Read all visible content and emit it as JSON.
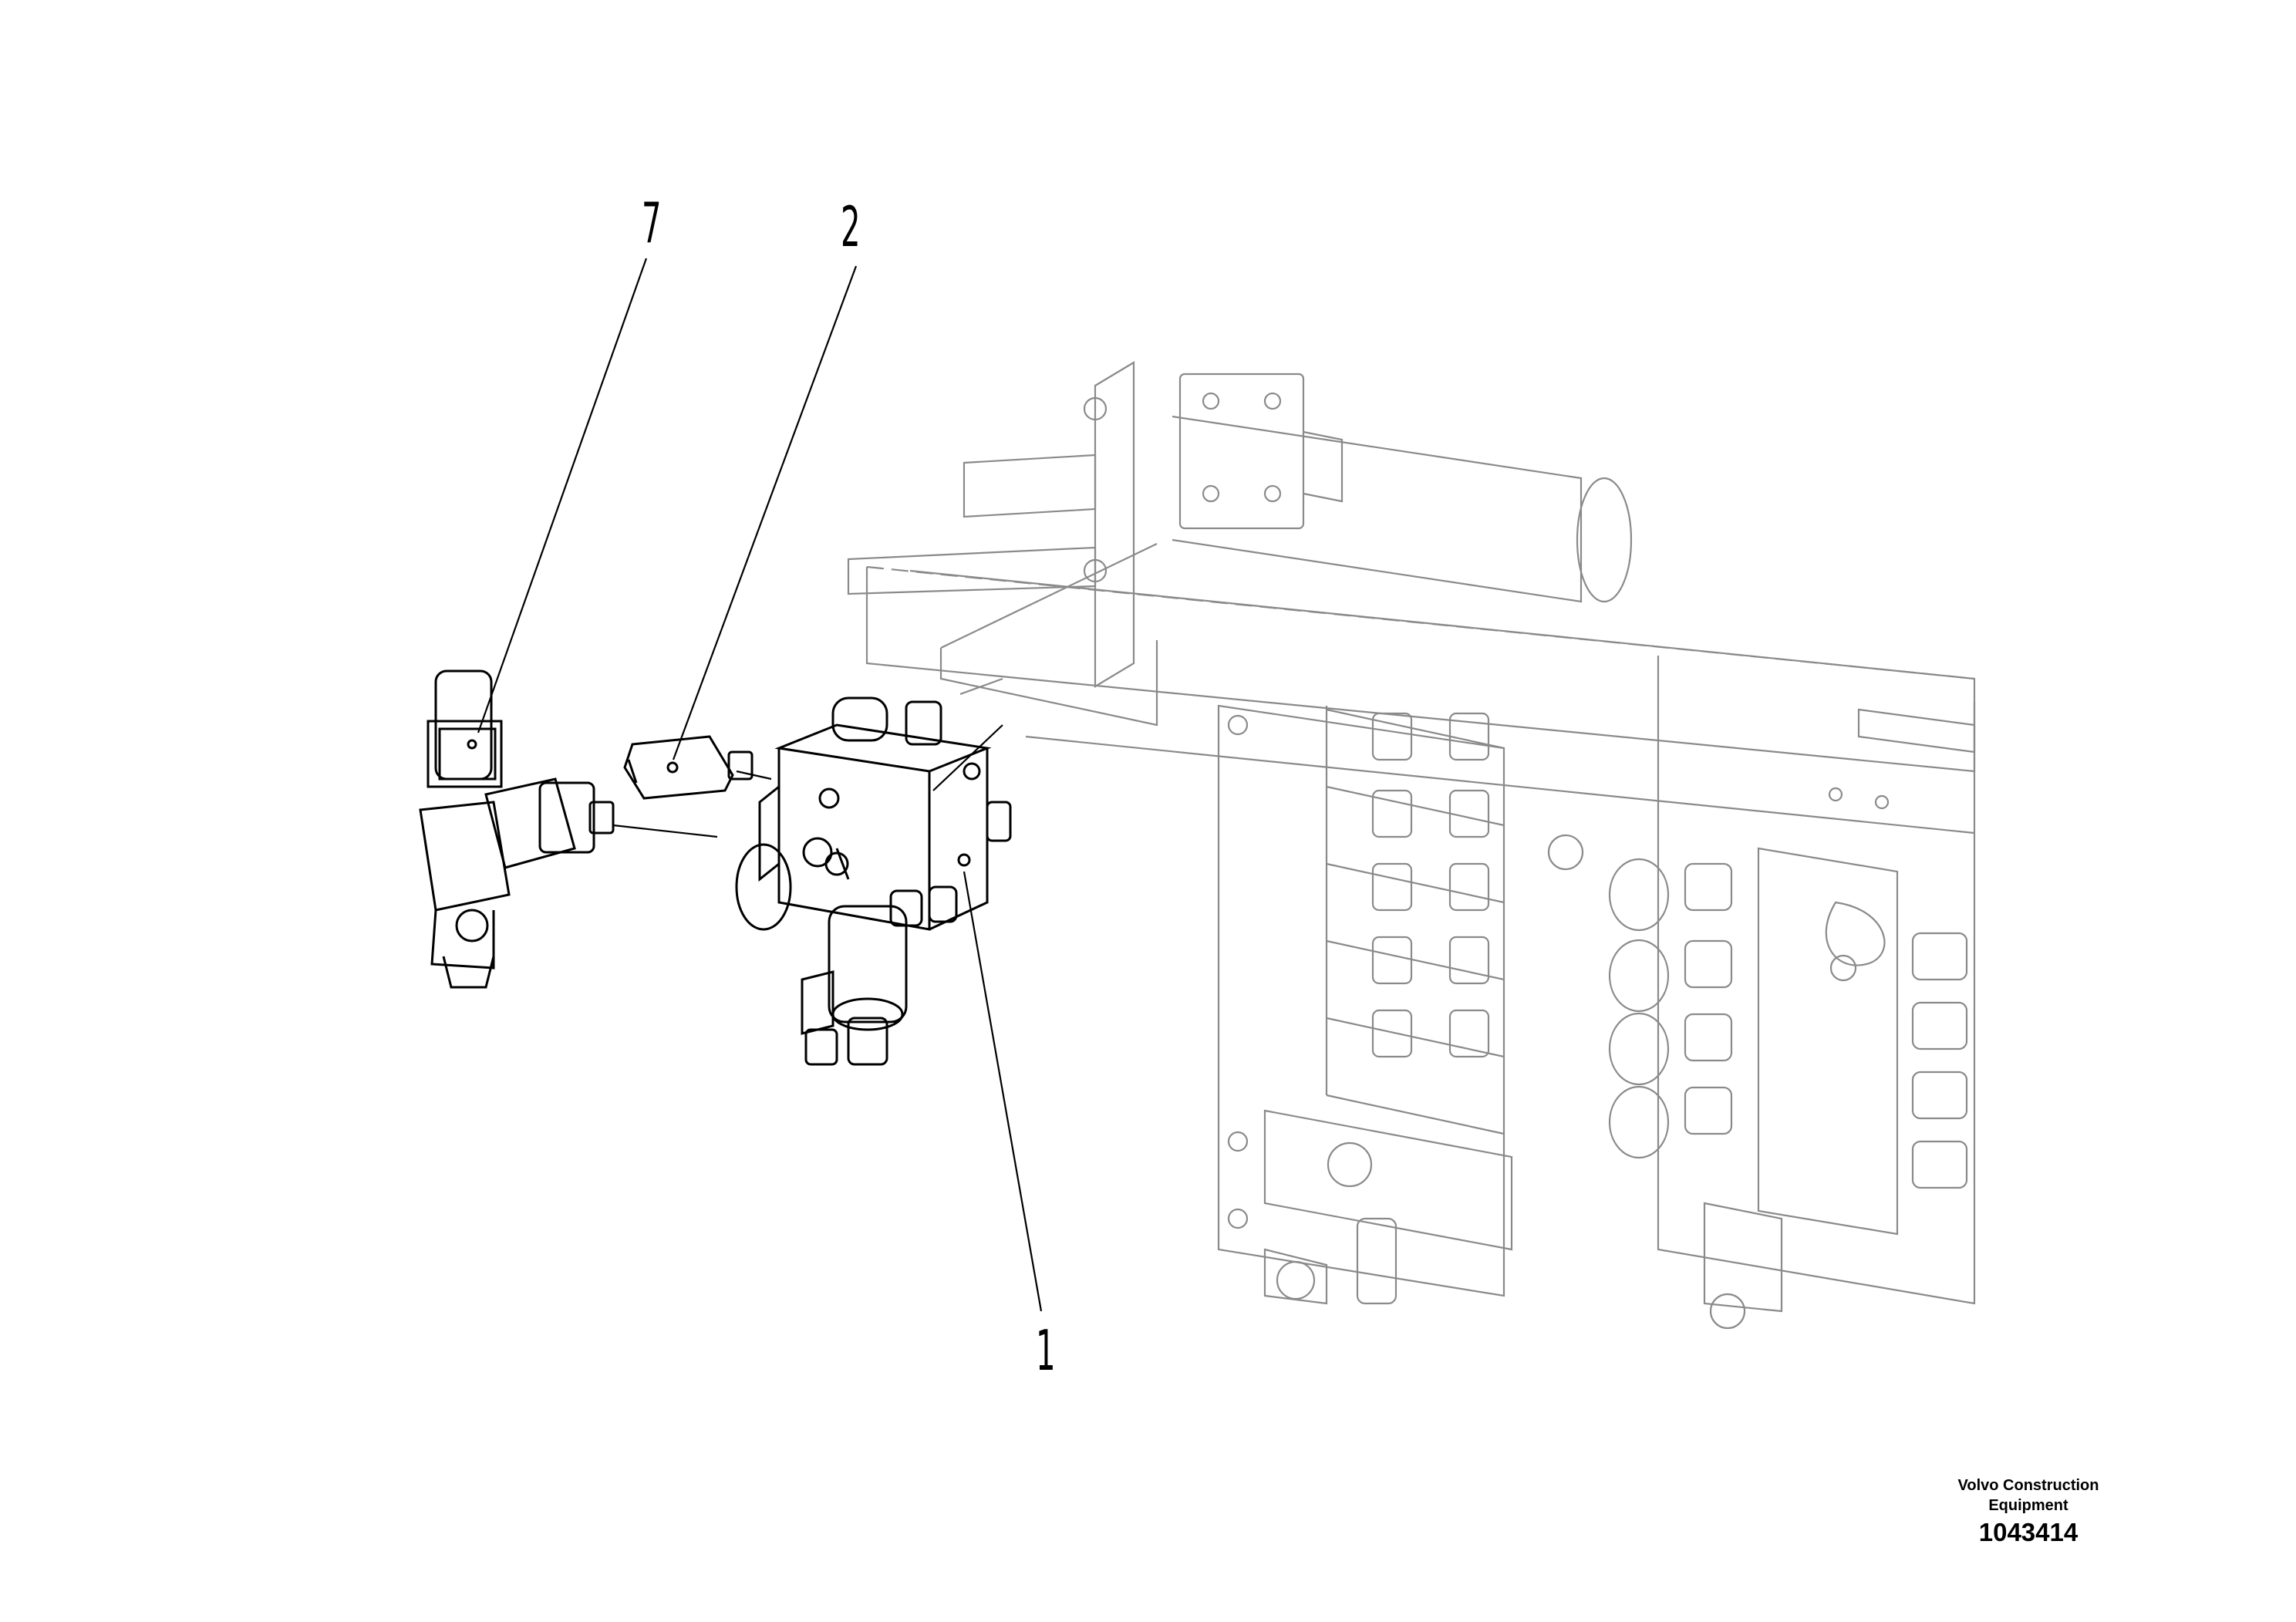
{
  "callouts": [
    {
      "id": "c7",
      "label": "7"
    },
    {
      "id": "c2",
      "label": "2"
    },
    {
      "id": "c1",
      "label": "1"
    }
  ],
  "caption": {
    "maker": "Volvo Construction Equipment",
    "document_number": "1043414"
  }
}
